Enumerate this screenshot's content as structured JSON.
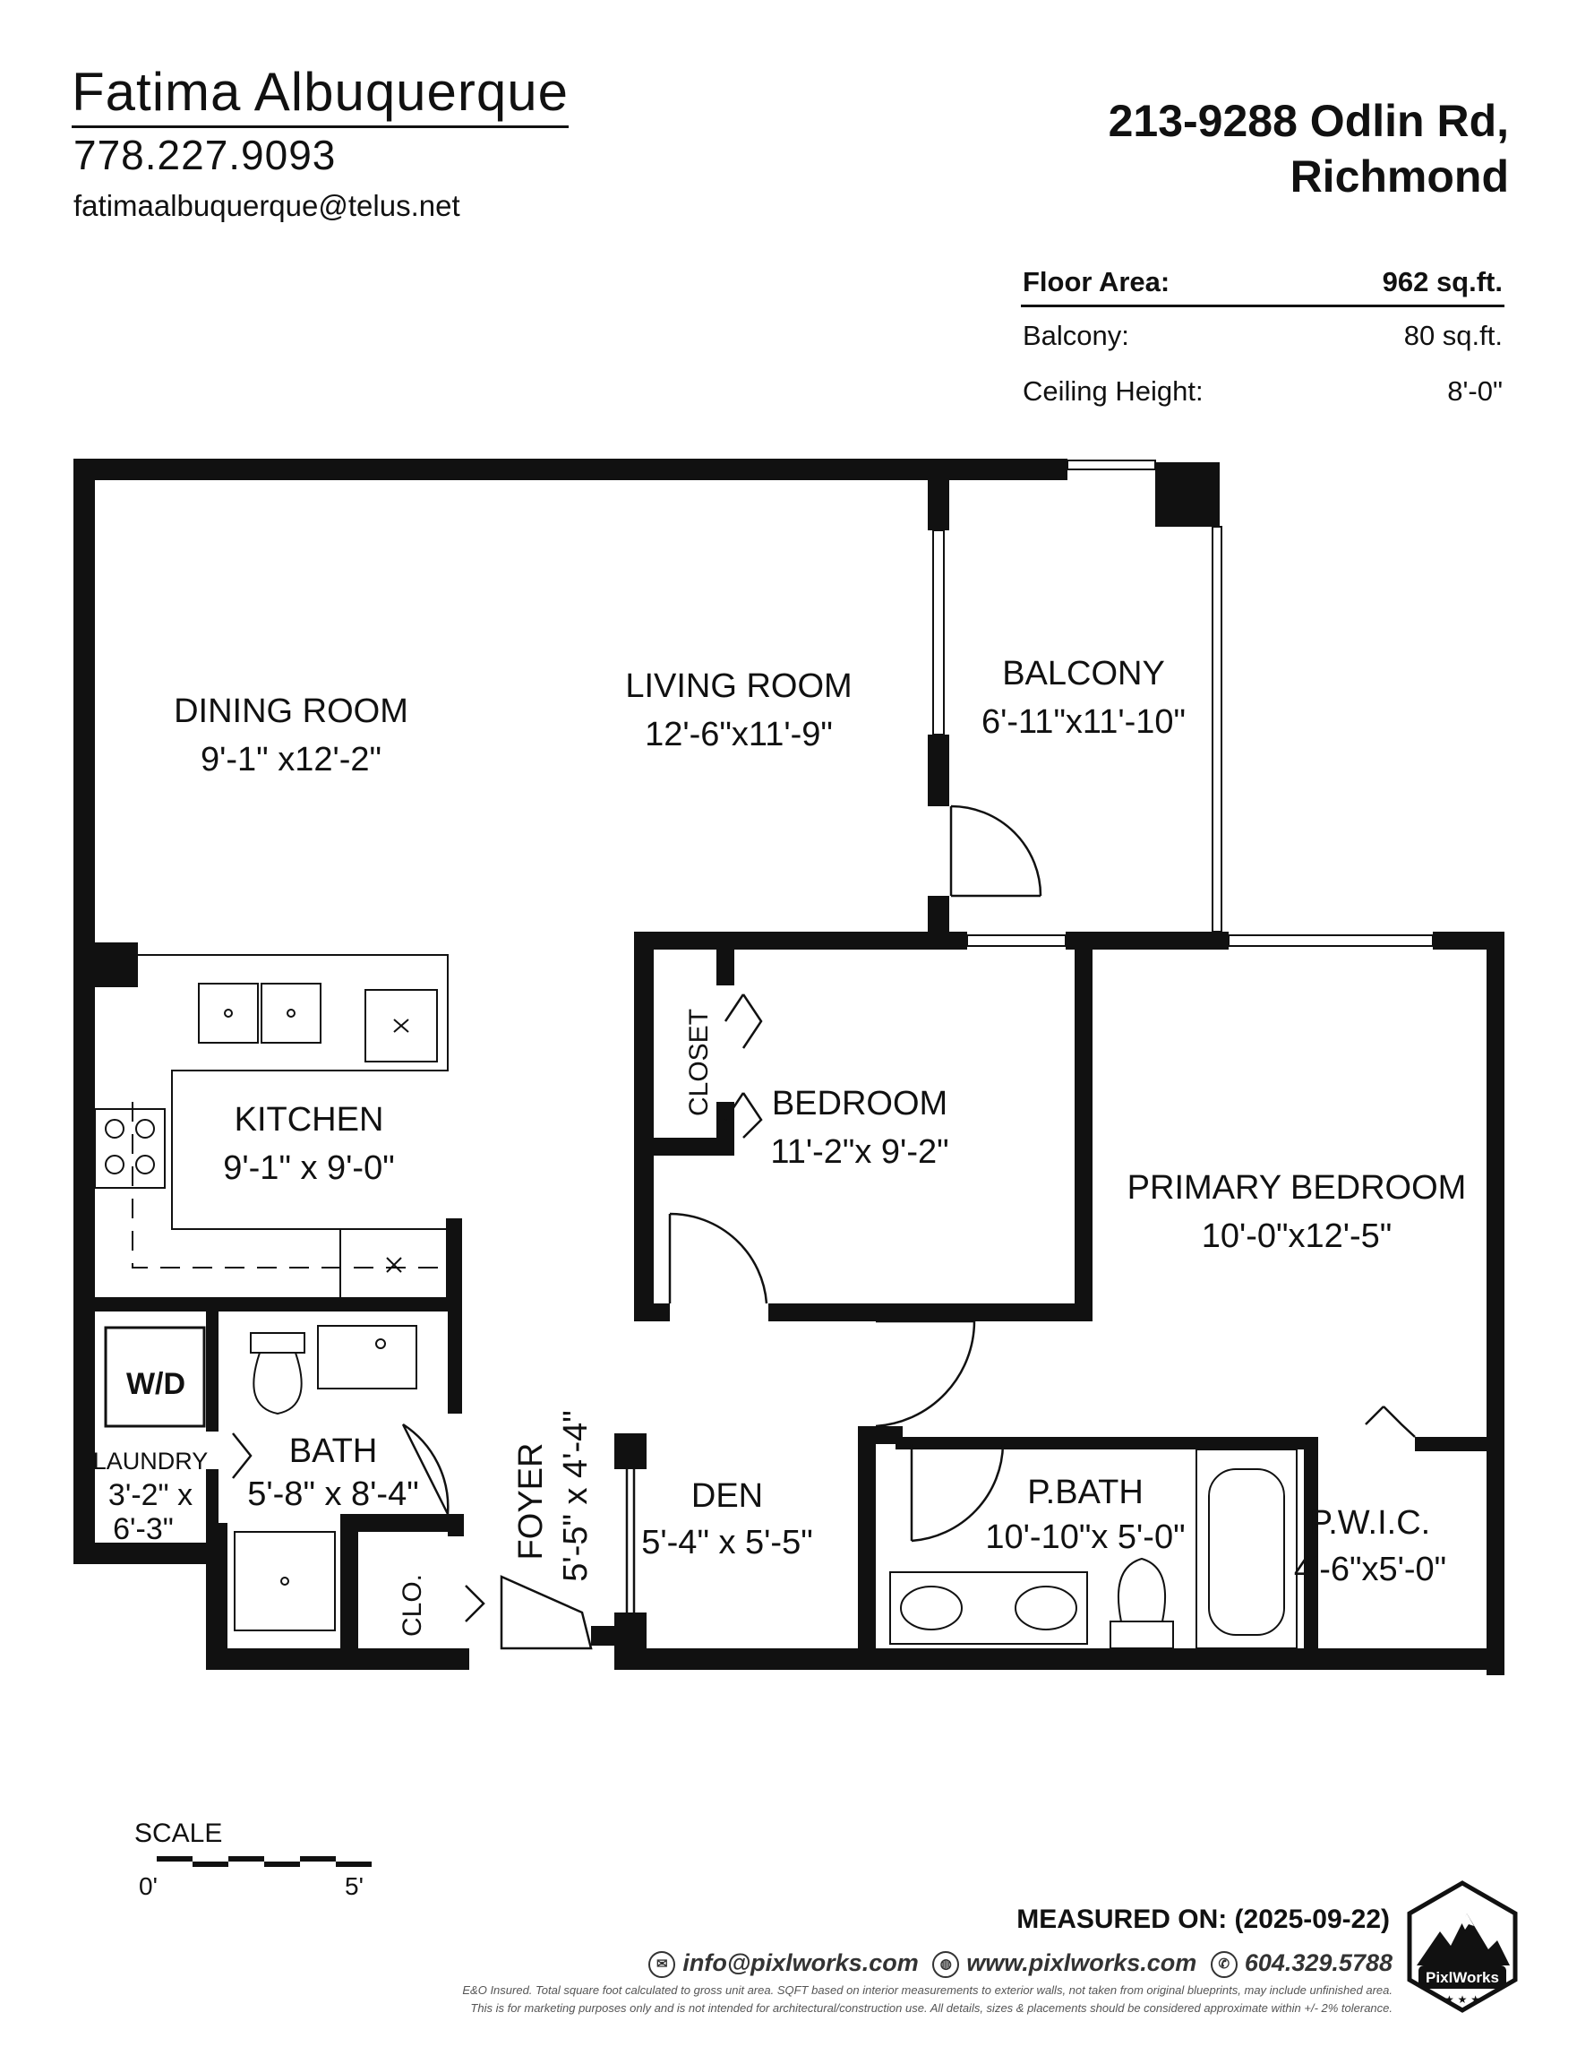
{
  "agent": {
    "name": "Fatima Albuquerque",
    "phone": "778.227.9093",
    "email": "fatimaalbuquerque@telus.net"
  },
  "property": {
    "address_line1": "213-9288 Odlin Rd,",
    "address_line2": "Richmond"
  },
  "stats": {
    "floor_area_label": "Floor Area:",
    "floor_area_value": "962 sq.ft.",
    "balcony_label": "Balcony:",
    "balcony_value": "80 sq.ft.",
    "ceiling_label": "Ceiling Height:",
    "ceiling_value": "8'-0\""
  },
  "rooms": {
    "dining": {
      "name": "DINING ROOM",
      "dims": "9'-1\" x12'-2\""
    },
    "living": {
      "name": "LIVING ROOM",
      "dims": "12'-6\"x11'-9\""
    },
    "balcony": {
      "name": "BALCONY",
      "dims": "6'-11\"x11'-10\""
    },
    "kitchen": {
      "name": "KITCHEN",
      "dims": "9'-1\" x 9'-0\""
    },
    "closet": {
      "name": "CLOSET"
    },
    "bedroom": {
      "name": "BEDROOM",
      "dims": "11'-2\"x 9'-2\""
    },
    "primary_bedroom": {
      "name": "PRIMARY BEDROOM",
      "dims": "10'-0\"x12'-5\""
    },
    "washer_dryer": {
      "name": "W/D"
    },
    "laundry": {
      "name": "LAUNDRY",
      "dims_line1": "3'-2\" x",
      "dims_line2": "6'-3\""
    },
    "bath": {
      "name": "BATH",
      "dims": "5'-8\" x 8'-4\""
    },
    "foyer": {
      "name": "FOYER",
      "dims": "5'-5\" x 4'-4\""
    },
    "clo": {
      "name": "CLO."
    },
    "den": {
      "name": "DEN",
      "dims": "5'-4\" x 5'-5\""
    },
    "pbath": {
      "name": "P.BATH",
      "dims": "10'-10\"x 5'-0\""
    },
    "pwic": {
      "name": "P.W.I.C.",
      "dims": "4'-6\"x5'-0\""
    }
  },
  "scale": {
    "label": "SCALE",
    "start": "0'",
    "end": "5'"
  },
  "footer": {
    "measured_on": "MEASURED ON: (2025-09-22)",
    "email": "info@pixlworks.com",
    "website": "www.pixlworks.com",
    "phone": "604.329.5788",
    "disclaimer1": "E&O Insured.  Total square foot calculated to gross unit area. SQFT based on interior measurements to exterior walls, not taken from original blueprints, may include unfinished area.",
    "disclaimer2": "This is for marketing purposes only and is not intended for architectural/construction use.  All details, sizes & placements should be considered approximate within +/- 2%  tolerance.",
    "logo_text": "PixlWorks"
  },
  "icons": [
    "email-icon",
    "web-icon",
    "phone-icon",
    "mountain-logo-icon"
  ]
}
